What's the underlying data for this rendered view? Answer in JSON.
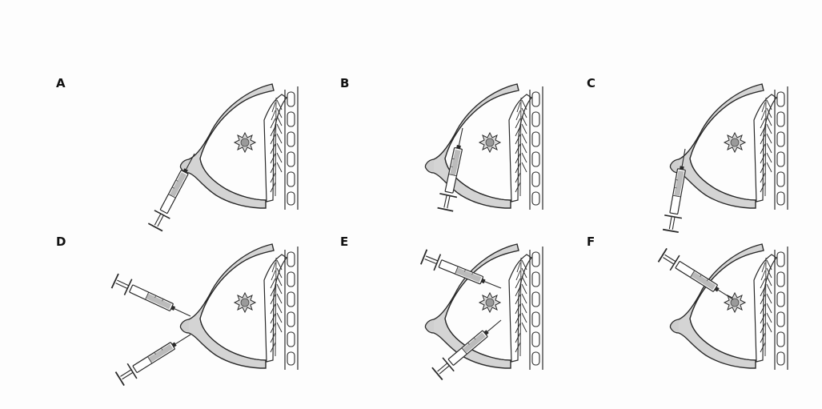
{
  "figure": {
    "panels": [
      {
        "label": "A"
      },
      {
        "label": "B"
      },
      {
        "label": "C"
      },
      {
        "label": "D"
      },
      {
        "label": "E"
      },
      {
        "label": "F"
      }
    ]
  },
  "colors": {
    "ink": "#2a2a2a",
    "skin_fill": "#d4d4d4",
    "background": "#fdfdfd"
  }
}
